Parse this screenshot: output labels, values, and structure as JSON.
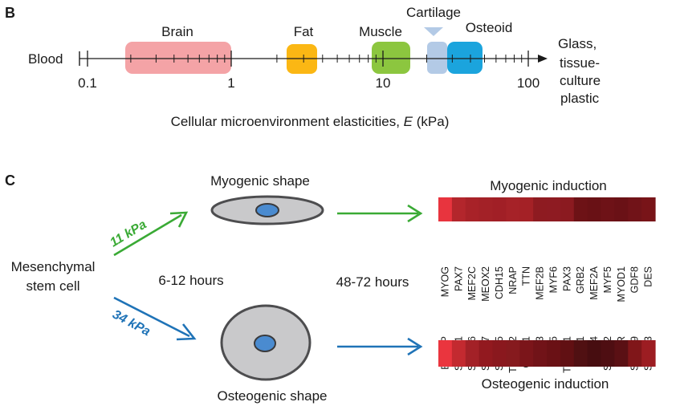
{
  "panels": {
    "b": "B",
    "c": "C"
  },
  "scale": {
    "left_label": "Blood",
    "ticks": [
      "0.1",
      "1",
      "10",
      "100"
    ],
    "right_label": [
      "Glass,",
      "tissue-",
      "culture",
      "plastic"
    ],
    "axis_title_prefix": "Cellular microenvironment elasticities, ",
    "axis_title_var": "E",
    "axis_title_suffix": " (kPa)",
    "tissues": [
      {
        "name": "Brain",
        "color": "#f4a3a6"
      },
      {
        "name": "Fat",
        "color": "#fbb714"
      },
      {
        "name": "Muscle",
        "color": "#8cc63f"
      },
      {
        "name": "Cartilage",
        "color": "#b3cae6"
      },
      {
        "name": "Osteoid",
        "color": "#1ba4dd"
      }
    ]
  },
  "cell": {
    "line1": "Mesenchymal",
    "line2": "stem cell"
  },
  "times": {
    "early": "6-12 hours",
    "late": "48-72 hours"
  },
  "myo": {
    "stiffness": "11 kPa",
    "stiffness_color": "#3aaa35",
    "shape_label": "Myogenic shape",
    "induction_label": "Myogenic induction",
    "genes": [
      "MYOG",
      "PAX7",
      "MEF2C",
      "MEOX2",
      "CDH15",
      "NRAP",
      "TTN",
      "MEF2B",
      "MYF6",
      "PAX3",
      "GRB2",
      "MEF2A",
      "MYF5",
      "MYOD1",
      "GDF8",
      "DES"
    ],
    "heat_colors": [
      "#e8343e",
      "#b3262c",
      "#a82228",
      "#a32127",
      "#a11f26",
      "#a62228",
      "#a42126",
      "#8e1b21",
      "#8e1b22",
      "#8b1a20",
      "#6d1216",
      "#691115",
      "#6e1217",
      "#6a1116",
      "#711318",
      "#781418"
    ]
  },
  "osteo": {
    "stiffness": "34 kPa",
    "stiffness_color": "#1f73b7",
    "shape_label": "Osteogenic shape",
    "induction_label": "Osteogenic induction",
    "genes": [
      "BGLAP",
      "SMAD1",
      "SMAD6",
      "SMAD7",
      "SMAD5",
      "TWIST2",
      "CBFA1",
      "BMP3",
      "BMP5",
      "TWIST1",
      "BMP1",
      "BMP4",
      "SMAD2",
      "VDR",
      "SMAD9",
      "SMAD3"
    ],
    "heat_colors": [
      "#ea353e",
      "#c32a30",
      "#a32127",
      "#92191f",
      "#8a181e",
      "#861a1e",
      "#7b151a",
      "#711318",
      "#6a1115",
      "#611013",
      "#501012",
      "#470d10",
      "#4e0e12",
      "#5a1014",
      "#801619",
      "#9c1d22"
    ]
  }
}
